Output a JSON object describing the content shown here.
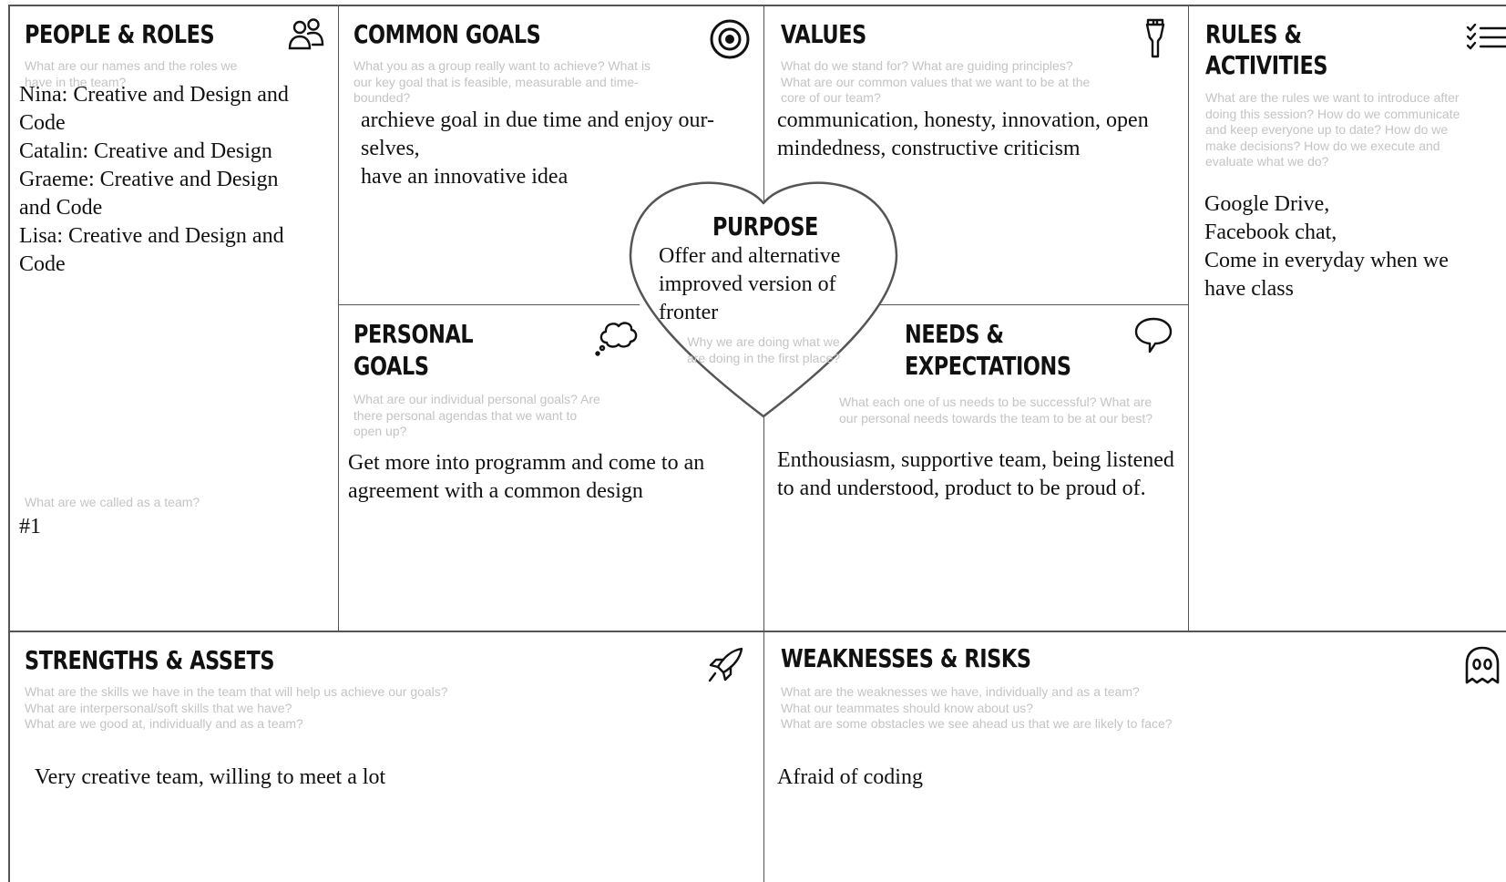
{
  "sections": {
    "people_roles": {
      "title": "PEOPLE & ROLES",
      "prompt": "What are our names and the roles we have in the team?",
      "lines": [
        "Nina: Creative and Design and Code",
        "Catalin: Creative and Design",
        "Graeme: Creative and Design and Code",
        "Lisa: Creative and Design and Code"
      ],
      "team_prompt": "What are we called as a team?",
      "team_name": "#1",
      "icon": "people-icon"
    },
    "common_goals": {
      "title": "COMMON GOALS",
      "prompt": "What you as a group really want to achieve? What is our key goal that is feasible, measurable and time-bounded?",
      "lines": [
        "archieve goal in due time and enjoy our-selves,",
        "have an innovative idea"
      ],
      "icon": "target-icon"
    },
    "values": {
      "title": "VALUES",
      "prompt": "What do we stand for? What are guiding principles? What are our common values that we want to be at the core of our team?",
      "lines": [
        "communication, honesty, innovation, open mindedness, constructive criticism"
      ],
      "icon": "torch-icon"
    },
    "rules_activities": {
      "title_line1": "RULES &",
      "title_line2": "ACTIVITIES",
      "prompt": "What are the rules we want to introduce after doing this session? How do we communicate and keep everyone up to date? How do we make decisions? How do we execute and evaluate what we do?",
      "lines": [
        "Google Drive,",
        "Facebook chat,",
        "Come in everyday when we have class"
      ],
      "icon": "checklist-icon"
    },
    "purpose": {
      "title": "PURPOSE",
      "text": "Offer and alternative improved version of fronter",
      "prompt": "Why we are doing what we are doing in the first place?",
      "icon": "heart-icon"
    },
    "personal_goals": {
      "title_line1": "PERSONAL",
      "title_line2": "GOALS",
      "prompt": "What are our individual personal goals? Are there personal agendas that we want to open up?",
      "text": "Get more into programm and come to an agreement with a common design",
      "icon": "thought-bubble-icon"
    },
    "needs_expectations": {
      "title_line1": "NEEDS &",
      "title_line2": "EXPECTATIONS",
      "prompt": "What each one of us needs to be successful? What are our personal needs towards the team to be at our best?",
      "text": "Enthousiasm, supportive team, being listened to and understood, product to be proud of.",
      "icon": "speech-bubble-icon"
    },
    "strengths_assets": {
      "title": "STRENGTHS & ASSETS",
      "prompt_lines": [
        "What are the skills we have in the team that will help us achieve our goals?",
        "What are interpersonal/soft skills that we have?",
        "What are we good at, individually and as a team?"
      ],
      "text": "Very creative team, willing to meet a lot",
      "icon": "rocket-icon"
    },
    "weaknesses_risks": {
      "title": "WEAKNESSES & RISKS",
      "prompt_lines": [
        "What are the weaknesses we have, individually and as a team?",
        "What our teammates should know about us?",
        "What are some obstacles we see ahead us that we are likely to face?"
      ],
      "text": "Afraid of coding",
      "icon": "ghost-icon"
    }
  }
}
